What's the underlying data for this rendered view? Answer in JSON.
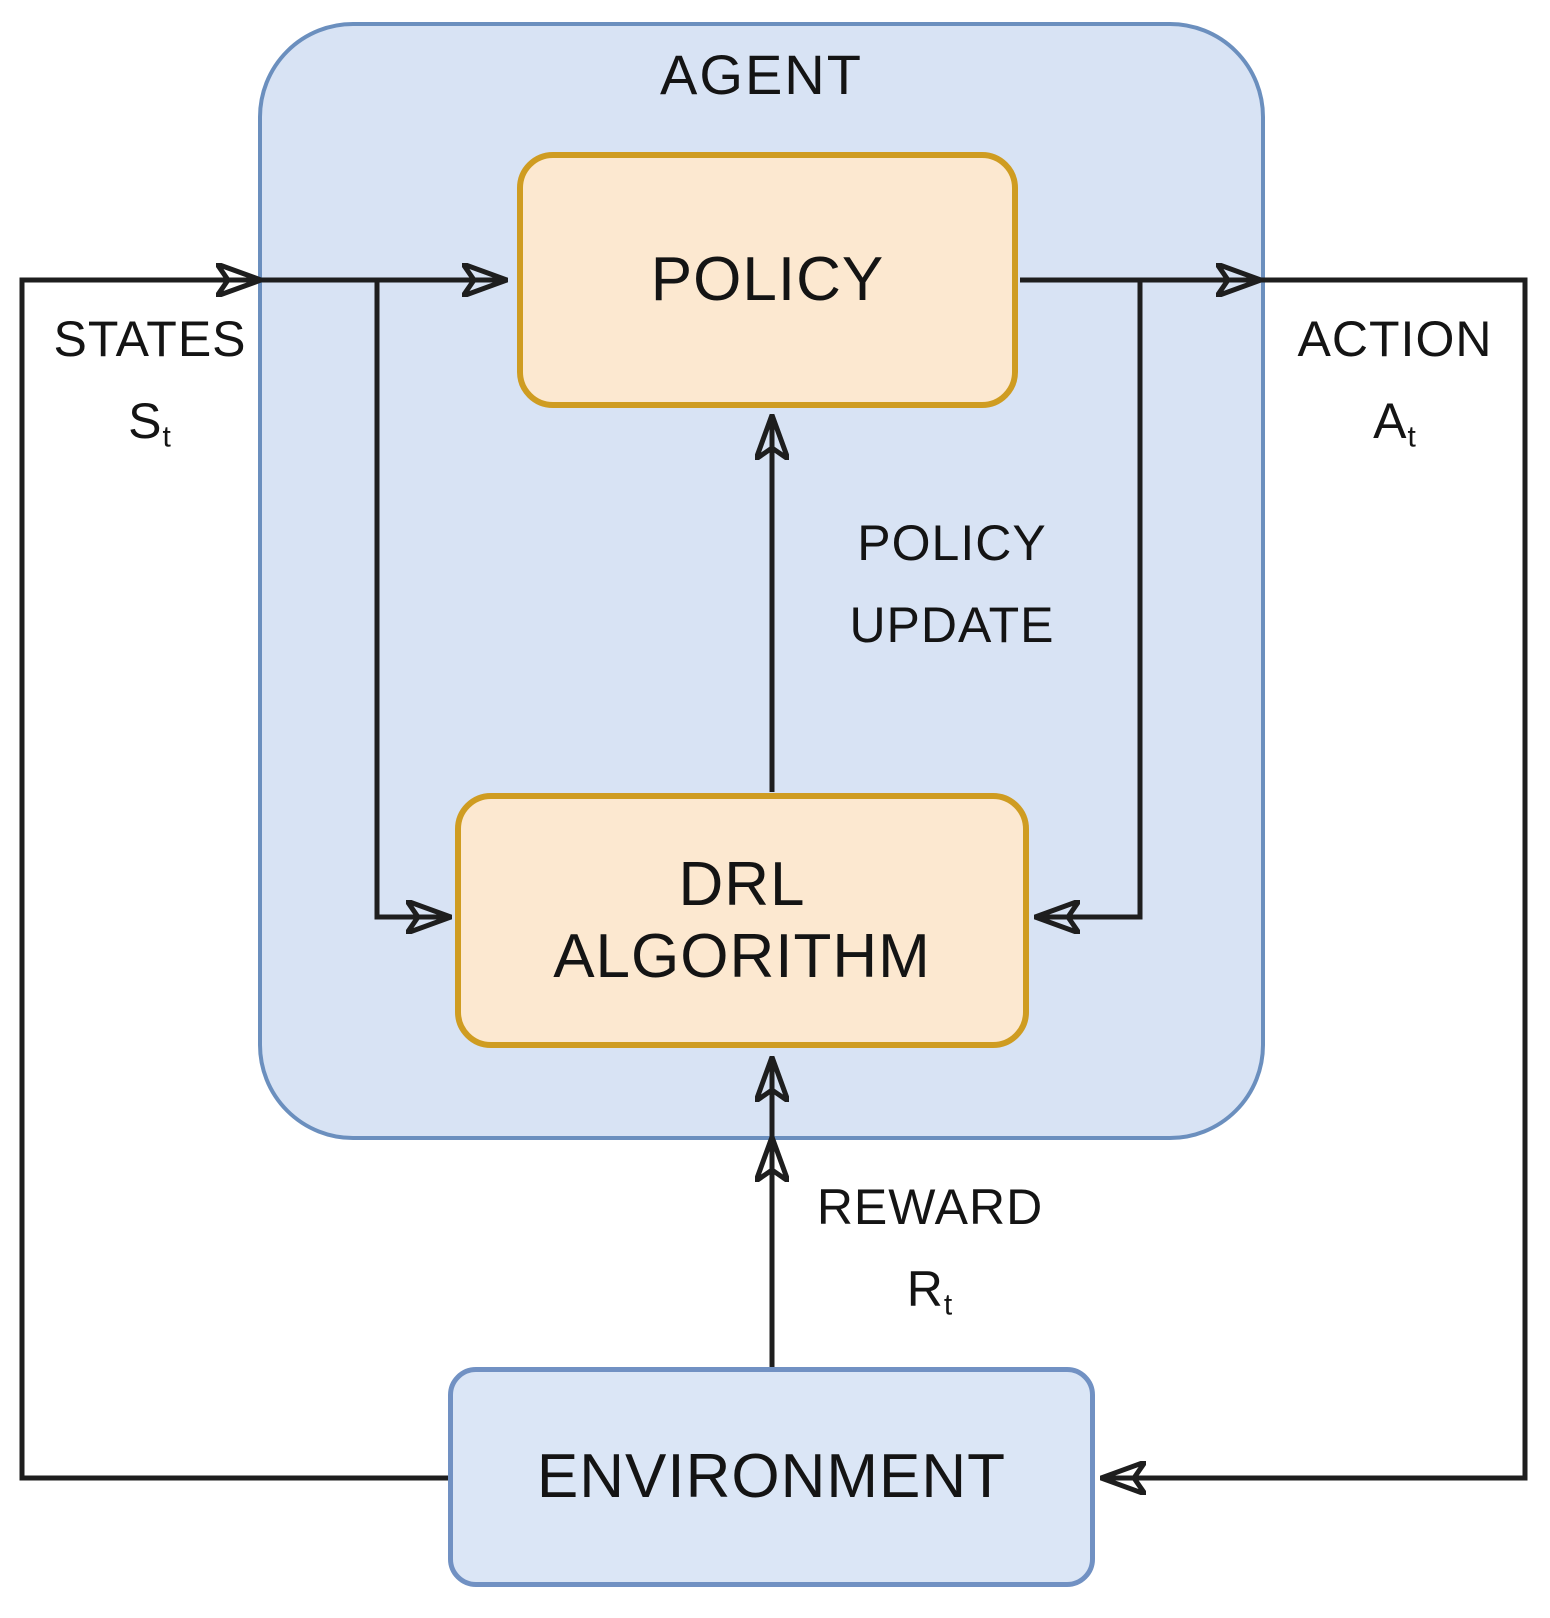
{
  "agent": {
    "label": "AGENT"
  },
  "nodes": {
    "policy": {
      "label": "POLICY"
    },
    "drl": {
      "line1": "DRL",
      "line2": "ALGORITHM"
    },
    "environment": {
      "label": "ENVIRONMENT"
    }
  },
  "edges": {
    "states": {
      "label": "STATES",
      "symbol": "S",
      "subscript": "t"
    },
    "action": {
      "label": "ACTION",
      "symbol": "A",
      "subscript": "t"
    },
    "policy_update": {
      "line1": "POLICY",
      "line2": "UPDATE"
    },
    "reward": {
      "label": "REWARD",
      "symbol": "R",
      "subscript": "t"
    }
  },
  "colors": {
    "agent_fill": "#d8e3f4",
    "agent_border": "#6b8fbe",
    "node_fill": "#fce8d0",
    "node_border": "#cf9c21",
    "env_fill": "#dbe6f6",
    "env_border": "#7191c3",
    "line": "#1e1e1e",
    "text": "#141414"
  }
}
